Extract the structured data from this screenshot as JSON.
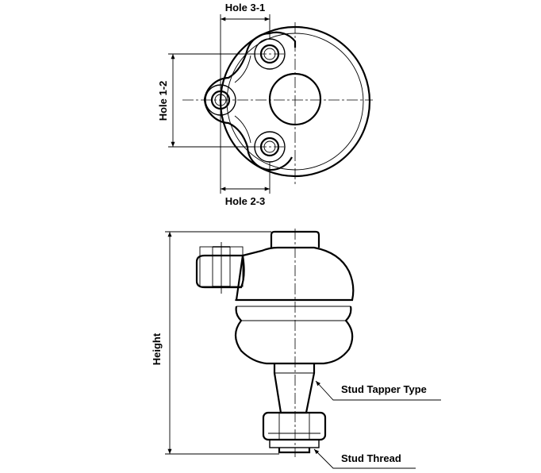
{
  "labels": {
    "hole_3_1": "Hole 3-1",
    "hole_1_2": "Hole 1-2",
    "hole_2_3": "Hole 2-3",
    "height": "Height",
    "stud_tapper_type": "Stud Tapper Type",
    "stud_thread": "Stud Thread"
  }
}
